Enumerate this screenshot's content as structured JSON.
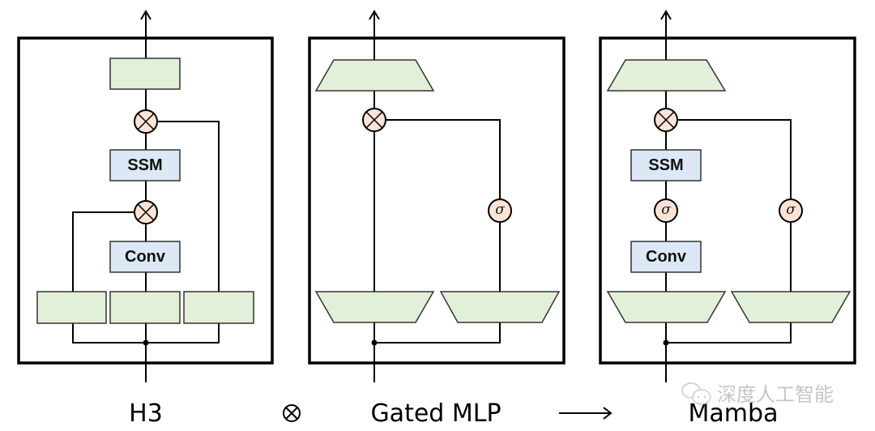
{
  "diagram": {
    "title": "H3 ⊗ Gated MLP → Mamba",
    "panels": [
      {
        "id": "h3",
        "caption": "H3",
        "blocks": {
          "ssm": "SSM",
          "conv": "Conv"
        },
        "ops": {
          "multiply": "×"
        }
      },
      {
        "id": "gated-mlp",
        "caption": "Gated MLP",
        "ops": {
          "multiply": "×",
          "sigma": "σ"
        }
      },
      {
        "id": "mamba",
        "caption": "Mamba",
        "blocks": {
          "ssm": "SSM",
          "conv": "Conv"
        },
        "ops": {
          "multiply": "×",
          "sigma": "σ"
        }
      }
    ],
    "operators": {
      "combine": "⊗",
      "yields": "⟶"
    },
    "watermark": "深度人工智能",
    "colors": {
      "projection_fill": "#e2efd9",
      "block_fill": "#dce8f5",
      "op_fill": "#fbe4d5",
      "line": "#000000"
    }
  }
}
